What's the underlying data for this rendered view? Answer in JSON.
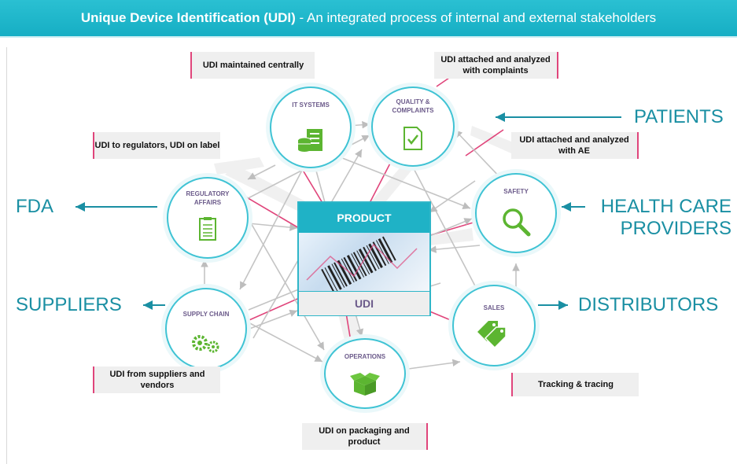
{
  "header": {
    "title_bold": "Unique Device Identification (UDI)",
    "title_rest": " - An integrated process of internal and external stakeholders"
  },
  "center": {
    "title": "PRODUCT",
    "footer": "UDI"
  },
  "nodes": {
    "it_systems": "IT SYSTEMS",
    "quality": "QUALITY & COMPLAINTS",
    "regulatory": "REGULATORY AFFAIRS",
    "safety": "SAFETY",
    "supply_chain": "SUPPLY CHAIN",
    "operations": "OPERATIONS",
    "sales": "SALES"
  },
  "callouts": {
    "it_systems": "UDI maintained centrally",
    "quality": "UDI attached and analyzed with complaints",
    "regulatory": "UDI to regulators, UDI on label",
    "safety": "UDI attached and analyzed with AE",
    "supply_chain": "UDI from suppliers and vendors",
    "operations": "UDI on packaging and product",
    "sales": "Tracking & tracing"
  },
  "external": {
    "patients": "PATIENTS",
    "fda": "FDA",
    "hcp": "HEALTH CARE PROVIDERS",
    "suppliers": "SUPPLIERS",
    "distributors": "DISTRIBUTORS"
  },
  "colors": {
    "accent": "#1fb2c6",
    "external_text": "#1a8fa3",
    "callout_accent": "#e0457b",
    "icon_green": "#5cb531",
    "label_purple": "#6b5a8a"
  },
  "icons": {
    "it_systems": "server-database-icon",
    "quality": "document-check-icon",
    "regulatory": "clipboard-list-icon",
    "safety": "magnifier-icon",
    "supply_chain": "gears-icon",
    "operations": "open-box-icon",
    "sales": "price-tags-icon"
  }
}
